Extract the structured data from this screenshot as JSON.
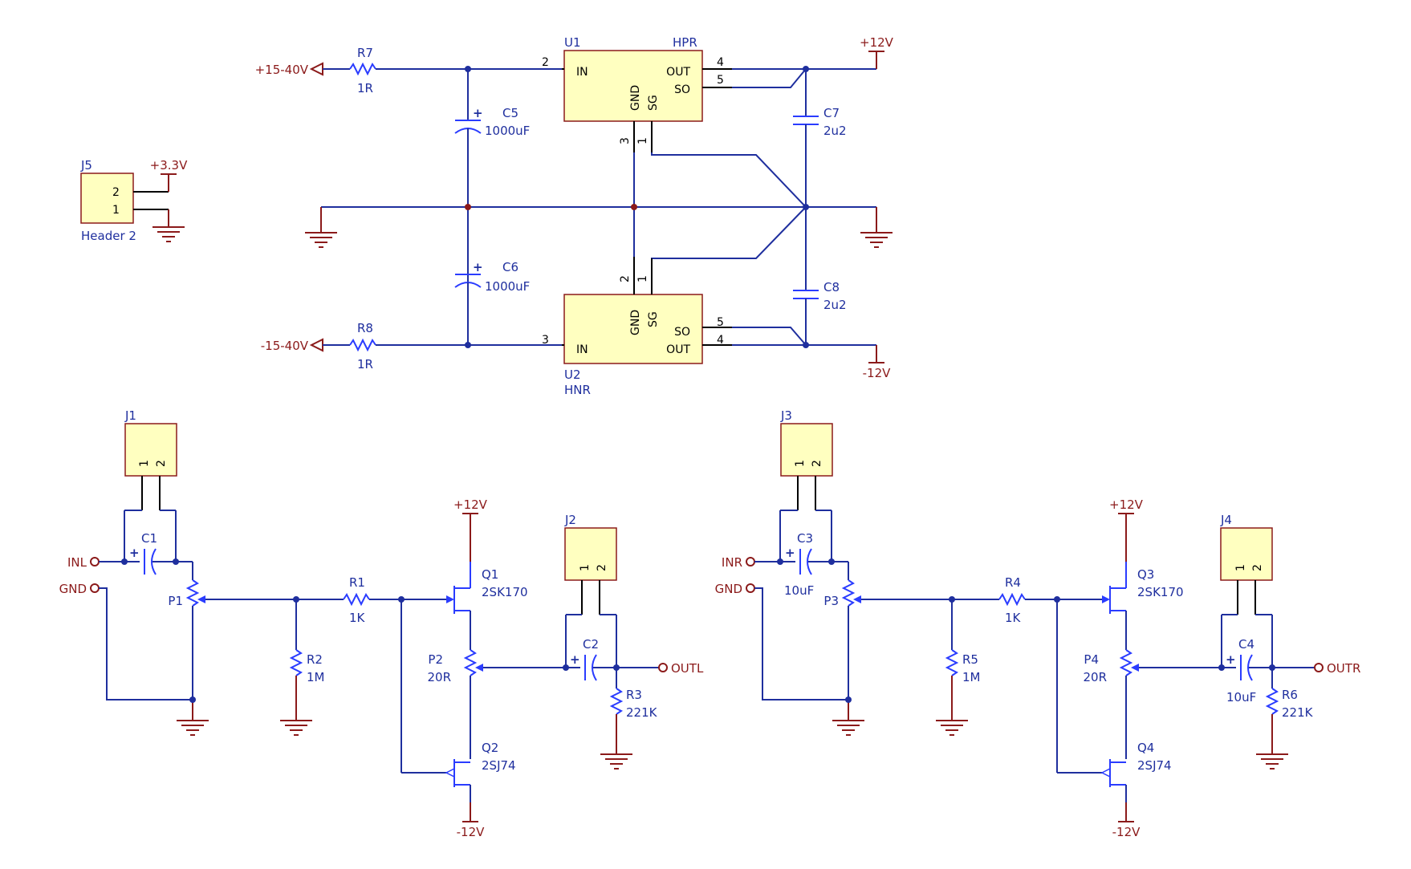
{
  "power": {
    "p12": "+12V",
    "m12": "-12V",
    "p3v3": "+3.3V",
    "in_pos": "+15-40V",
    "in_neg": "-15-40V"
  },
  "u1": {
    "ref": "U1",
    "value": "HPR",
    "in": "IN",
    "out": "OUT",
    "so": "SO",
    "gnd": "GND",
    "sg": "SG",
    "pin_in": "2",
    "pin_out": "4",
    "pin_so": "5",
    "pin_gnd": "3",
    "pin_sg": "1"
  },
  "u2": {
    "ref": "U2",
    "value": "HNR",
    "in": "IN",
    "out": "OUT",
    "so": "SO",
    "gnd": "GND",
    "sg": "SG",
    "pin_in": "3",
    "pin_out": "4",
    "pin_so": "5",
    "pin_gnd": "2",
    "pin_sg": "1"
  },
  "r7": {
    "ref": "R7",
    "value": "1R"
  },
  "r8": {
    "ref": "R8",
    "value": "1R"
  },
  "c5": {
    "ref": "C5",
    "value": "1000uF"
  },
  "c6": {
    "ref": "C6",
    "value": "1000uF"
  },
  "c7": {
    "ref": "C7",
    "value": "2u2"
  },
  "c8": {
    "ref": "C8",
    "value": "2u2"
  },
  "j5": {
    "ref": "J5",
    "value": "Header 2",
    "pin1": "1",
    "pin2": "2"
  },
  "plus": "+",
  "left": {
    "j_in": {
      "ref": "J1",
      "pin1": "1",
      "pin2": "2"
    },
    "j_out": {
      "ref": "J2",
      "pin1": "1",
      "pin2": "2"
    },
    "in_port": "INL",
    "gnd_port": "GND",
    "out_port": "OUTL",
    "c_in": {
      "ref": "C1",
      "value": ""
    },
    "pot_in": {
      "ref": "P1"
    },
    "r_sh": {
      "ref": "R2",
      "value": "1M"
    },
    "r_ser": {
      "ref": "R1",
      "value": "1K"
    },
    "q_top": {
      "ref": "Q1",
      "value": "2SK170"
    },
    "q_bot": {
      "ref": "Q2",
      "value": "2SJ74"
    },
    "pot_out": {
      "ref": "P2",
      "value": "20R"
    },
    "c_out": {
      "ref": "C2",
      "value": ""
    },
    "r_load": {
      "ref": "R3",
      "value": "221K"
    }
  },
  "right": {
    "j_in": {
      "ref": "J3",
      "pin1": "1",
      "pin2": "2"
    },
    "j_out": {
      "ref": "J4",
      "pin1": "1",
      "pin2": "2"
    },
    "in_port": "INR",
    "gnd_port": "GND",
    "out_port": "OUTR",
    "c_in": {
      "ref": "C3",
      "value": "10uF"
    },
    "pot_in": {
      "ref": "P3"
    },
    "r_sh": {
      "ref": "R5",
      "value": "1M"
    },
    "r_ser": {
      "ref": "R4",
      "value": "1K"
    },
    "q_top": {
      "ref": "Q3",
      "value": "2SK170"
    },
    "q_bot": {
      "ref": "Q4",
      "value": "2SJ74"
    },
    "pot_out": {
      "ref": "P4",
      "value": "20R"
    },
    "c_out": {
      "ref": "C4",
      "value": "10uF"
    },
    "r_load": {
      "ref": "R6",
      "value": "221K"
    }
  }
}
